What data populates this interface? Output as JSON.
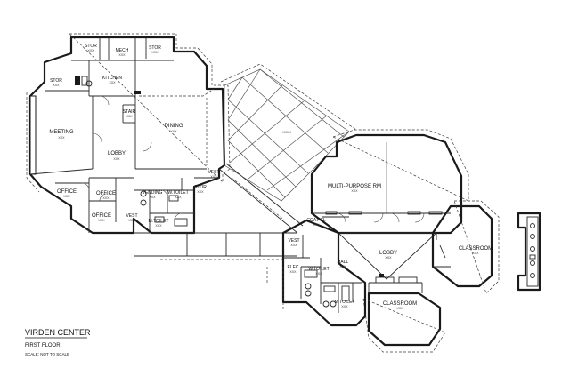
{
  "title_block": {
    "name": "VIRDEN CENTER",
    "floor": "FIRST FLOOR",
    "scale": "SCALE: NOT TO SCALE"
  },
  "rooms": [
    {
      "id": "stor-a",
      "label": "STOR",
      "sub": "XXX"
    },
    {
      "id": "mech",
      "label": "MECH",
      "sub": "XXX"
    },
    {
      "id": "stor-b",
      "label": "STOR",
      "sub": "XXX"
    },
    {
      "id": "stor-c",
      "label": "STOR",
      "sub": "XXX"
    },
    {
      "id": "kitchen",
      "label": "KITCHEN",
      "sub": "XXX"
    },
    {
      "id": "stair",
      "label": "STAIR",
      "sub": "XXX"
    },
    {
      "id": "meeting",
      "label": "MEETING",
      "sub": "XXX"
    },
    {
      "id": "dining",
      "label": "DINING",
      "sub": "XXX"
    },
    {
      "id": "lobby-w",
      "label": "LOBBY",
      "sub": "XXX"
    },
    {
      "id": "office-1",
      "label": "OFFICE",
      "sub": "XXX"
    },
    {
      "id": "office-2",
      "label": "OFFICE",
      "sub": "XXX"
    },
    {
      "id": "office-3",
      "label": "OFFICE",
      "sub": "XXX"
    },
    {
      "id": "vending",
      "label": "VENDING",
      "sub": "XXX"
    },
    {
      "id": "wtoilet-1",
      "label": "W.TOILET",
      "sub": "XXX"
    },
    {
      "id": "stor-d",
      "label": "STOR",
      "sub": "XXX"
    },
    {
      "id": "vest-1",
      "label": "VEST",
      "sub": "XXX"
    },
    {
      "id": "vest-2",
      "label": "VEST",
      "sub": "XXX"
    },
    {
      "id": "mtoilet-1",
      "label": "M.TOILET",
      "sub": "XXX"
    },
    {
      "id": "multi",
      "label": "MULTI-PURPOSE RM",
      "sub": "XXX"
    },
    {
      "id": "coat",
      "label": "COAT CL",
      "sub": "XXX"
    },
    {
      "id": "vest-3",
      "label": "VEST",
      "sub": "XXX"
    },
    {
      "id": "elec",
      "label": "ELEC",
      "sub": "XXX"
    },
    {
      "id": "wtoilet-2",
      "label": "W.TOILET",
      "sub": "XXX"
    },
    {
      "id": "hall",
      "label": "HALL",
      "sub": "XXX"
    },
    {
      "id": "lobby-e",
      "label": "LOBBY",
      "sub": "XXX"
    },
    {
      "id": "mtoilet-2",
      "label": "M.TOILET",
      "sub": "XXX"
    },
    {
      "id": "classroom-1",
      "label": "CLASSROOM",
      "sub": "XXX"
    },
    {
      "id": "classroom-2",
      "label": "CLASSROOM",
      "sub": "XXX"
    },
    {
      "id": "plaza",
      "label": "",
      "sub": "XXXX"
    }
  ]
}
